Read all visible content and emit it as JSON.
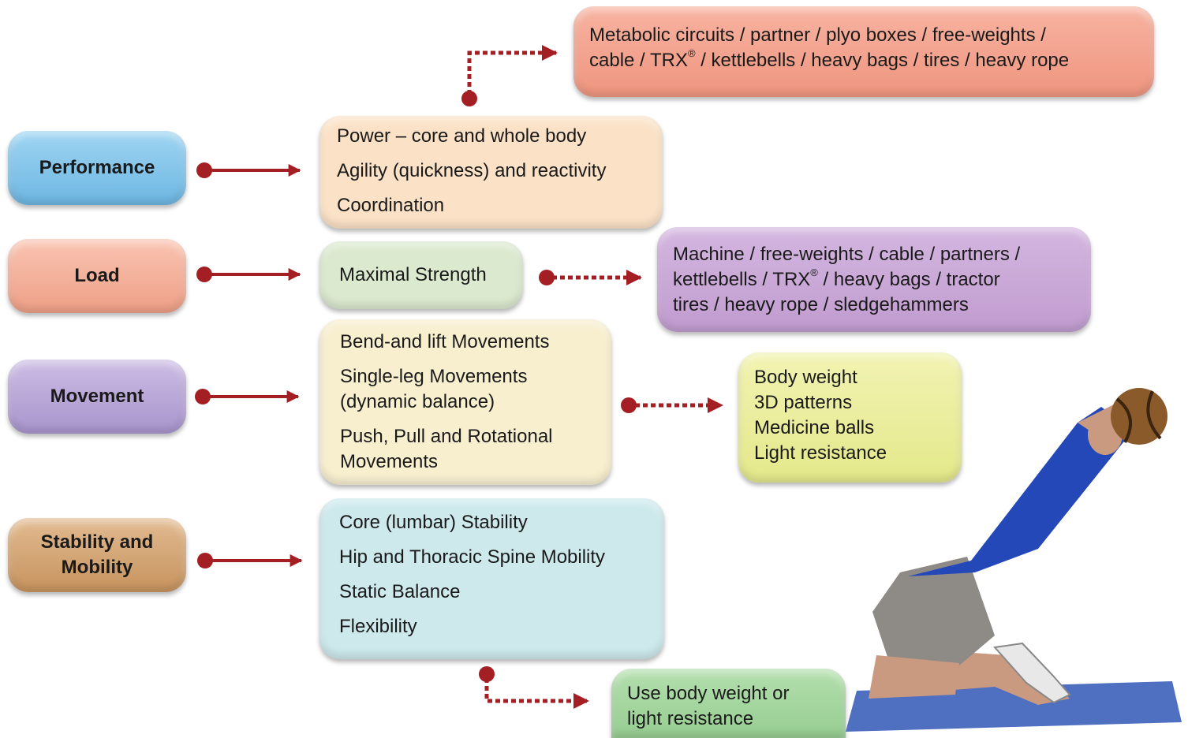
{
  "colors": {
    "arrow": "#a31f23",
    "performance": "#7fc3e8",
    "load": "#f4b09a",
    "movement": "#b8a6d6",
    "stability": "#d2a575",
    "power_box": "#fbe2c7",
    "strength_box": "#dbe9cf",
    "movement_box": "#f8efcf",
    "stability_box": "#cde9ec",
    "metabolic_box": "#f3a08c",
    "machine_box": "#c9a8d6",
    "bodyweight_box": "#ecef9c",
    "light_box": "#a7d8a2"
  },
  "categories": {
    "performance": "Performance",
    "load": "Load",
    "movement": "Movement",
    "stability_line1": "Stability and",
    "stability_line2": "Mobility"
  },
  "qualities": {
    "performance": [
      "Power – core and whole body",
      "Agility (quickness) and reactivity",
      "Coordination"
    ],
    "load": [
      "Maximal Strength"
    ],
    "movement": [
      "Bend-and lift Movements",
      "Single-leg Movements (dynamic balance)",
      "Push, Pull and Rotational Movements"
    ],
    "stability": [
      "Core (lumbar) Stability",
      "Hip and Thoracic Spine Mobility",
      "Static Balance",
      "Flexibility"
    ]
  },
  "equipment": {
    "metabolic": {
      "line1": "Metabolic circuits / partner / plyo boxes / free-weights /",
      "line2_a": "cable / TRX",
      "line2_reg": "®",
      "line2_b": " / kettlebells / heavy bags / tires / heavy rope"
    },
    "machine": {
      "line1": "Machine / free-weights / cable / partners /",
      "line2_a": "kettlebells / TRX",
      "line2_reg": "®",
      "line2_b": " / heavy bags / tractor",
      "line3": "tires / heavy rope / sledgehammers"
    },
    "bodyweight": [
      "Body weight",
      "3D patterns",
      "Medicine balls",
      "Light resistance"
    ],
    "light": [
      "Use body weight or",
      "light resistance"
    ]
  }
}
